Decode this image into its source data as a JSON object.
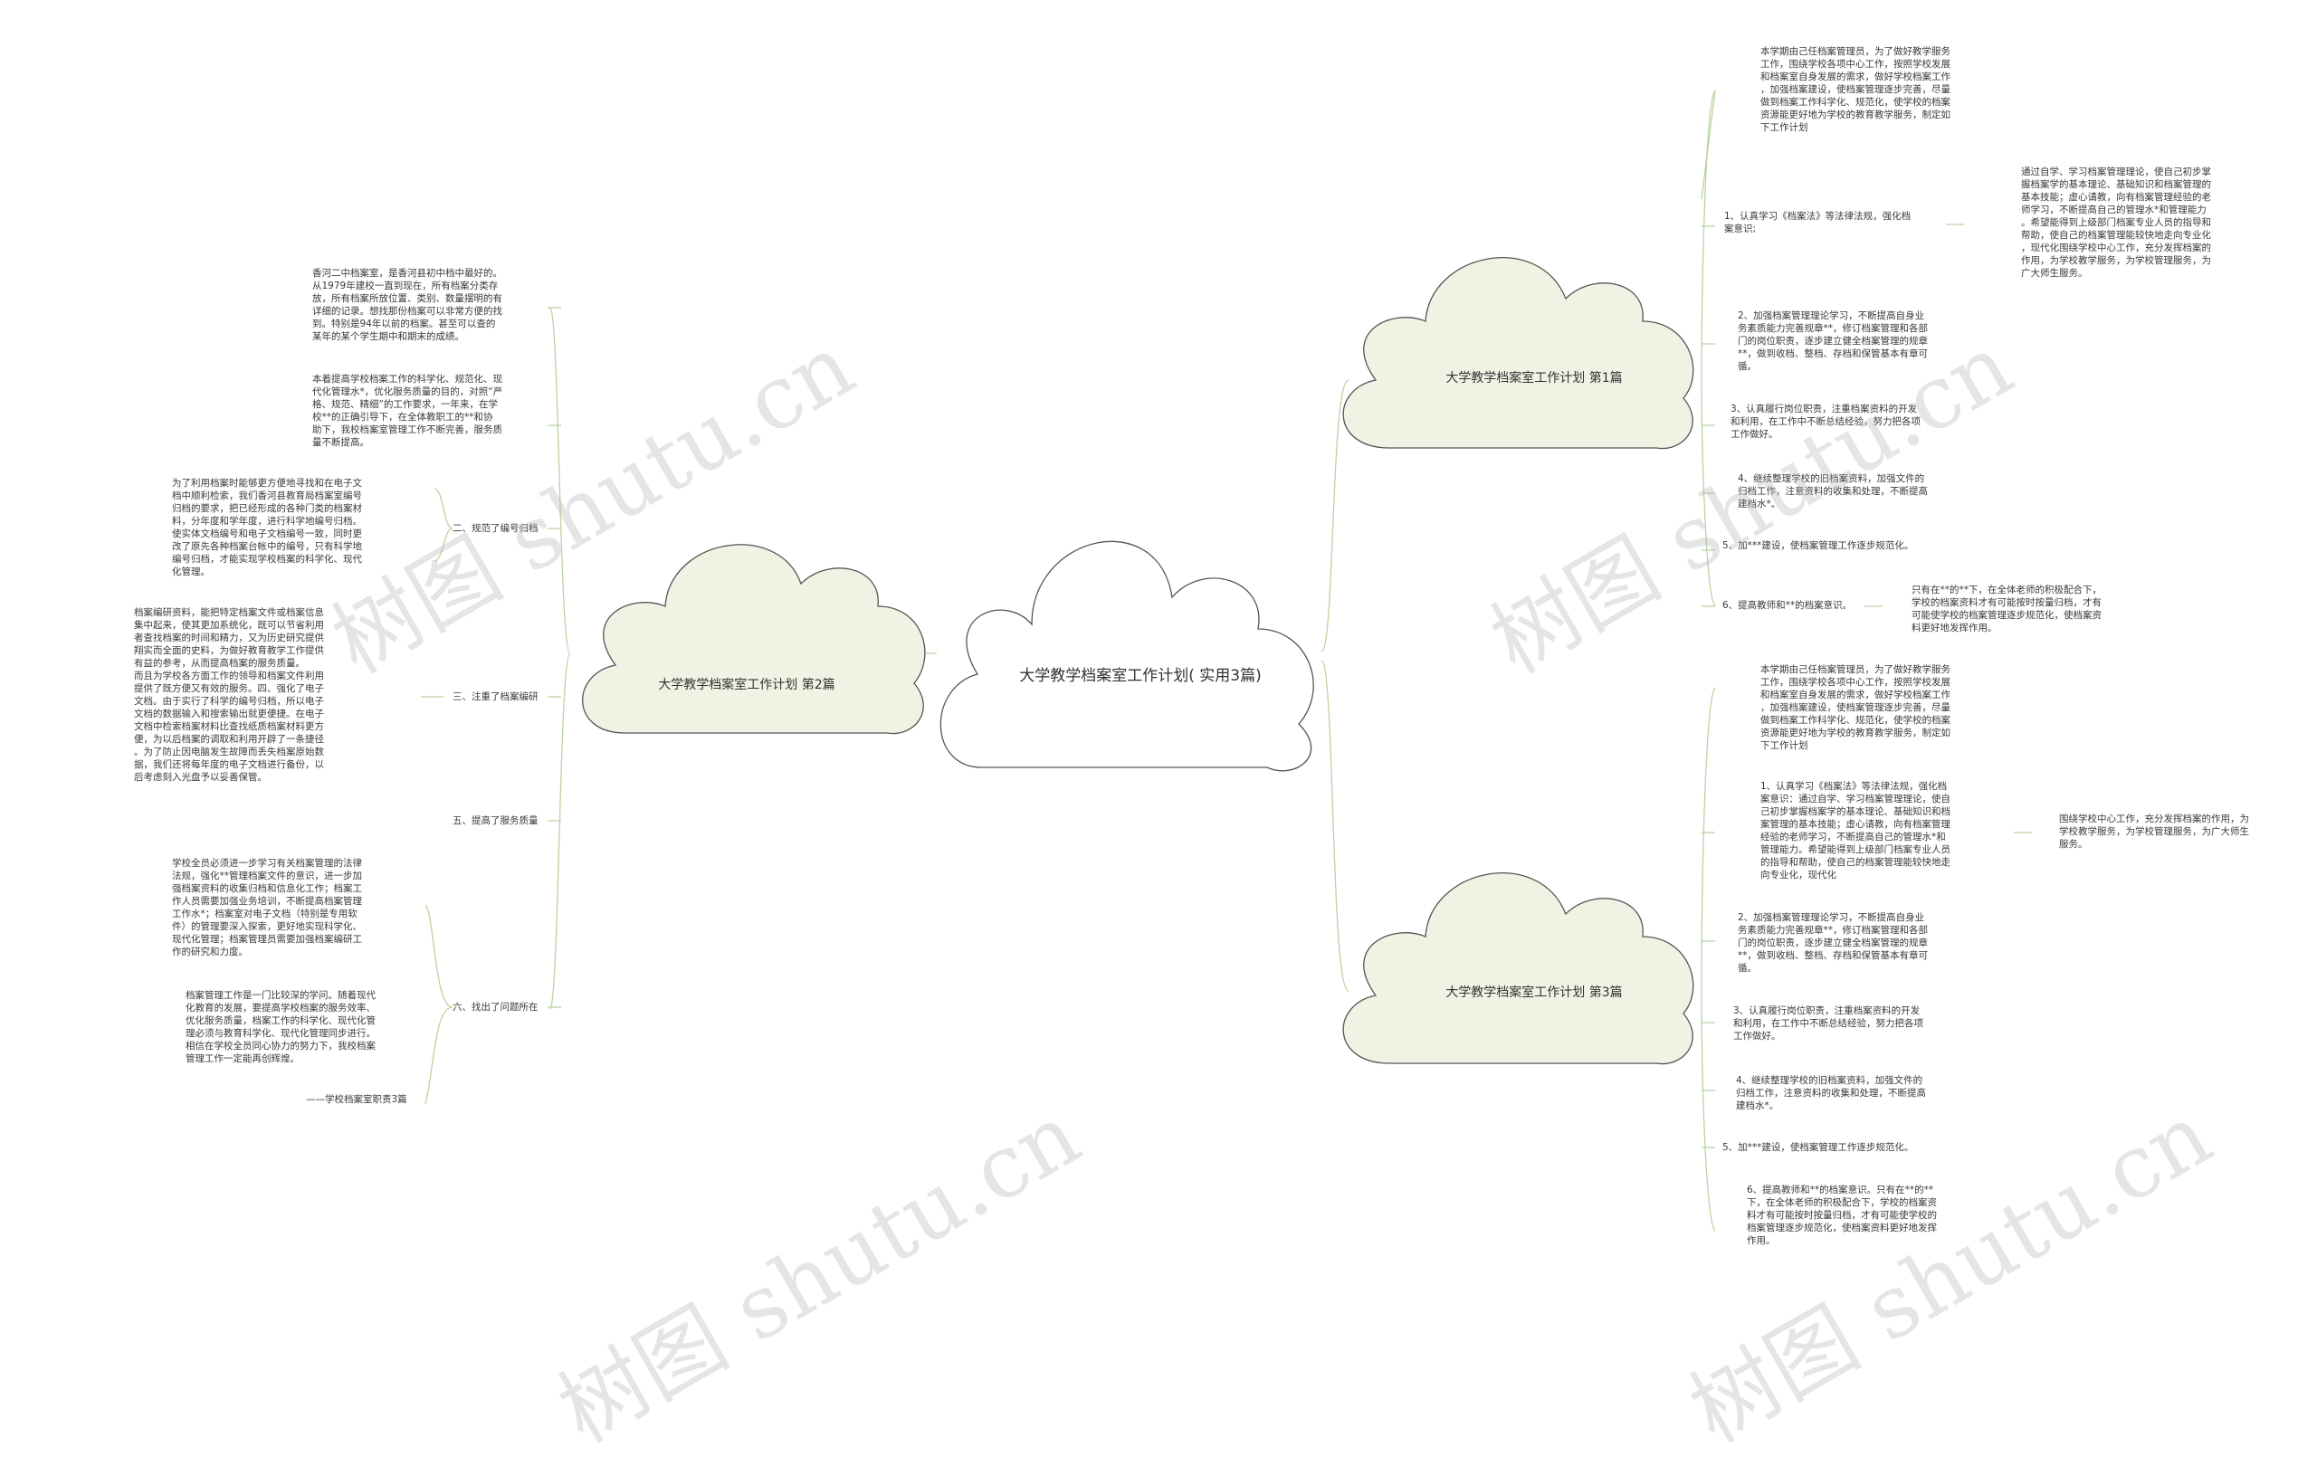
{
  "root": {
    "title": "大学教学档案室工作计划(\n实用3篇)"
  },
  "branch1": {
    "title": "大学教学档案室工作计划 第1篇",
    "intro": "本学期由己任档案管理员，为了做好教学服务\n工作，围绕学校各项中心工作，按照学校发展\n和档案室自身发展的需求，做好学校档案工作\n，加强档案建设，使档案管理逐步完善，尽量\n做到档案工作科学化、规范化，使学校的档案\n资源能更好地为学校的教育教学服务，制定如\n下工作计划",
    "item1_label": "1、认真学习《档案法》等法律法规，强化档\n案意识;",
    "item1_detail": "通过自学、学习档案管理理论，使自己初步掌\n握档案学的基本理论、基础知识和档案管理的\n基本技能；虚心请教，向有档案管理经验的老\n师学习，不断提高自己的管理水*和管理能力\n。希望能得到上级部门档案专业人员的指导和\n帮助，使自己的档案管理能较快地走向专业化\n，现代化围绕学校中心工作，充分发挥档案的\n作用，为学校教学服务，为学校管理服务，为\n广大师生服务。",
    "item2": "2、加强档案管理理论学习，不断提高自身业\n务素质能力完善规章**，修订档案管理和各部\n门的岗位职责，逐步建立健全档案管理的规章\n**，做到收档、整档、存档和保管基本有章可\n循。",
    "item3": "3、认真履行岗位职责，注重档案资料的开发\n和利用，在工作中不断总结经验，努力把各项\n工作做好。",
    "item4": "4、继续整理学校的旧档案资料，加强文件的\n归档工作，注意资料的收集和处理，不断提高\n建档水*。",
    "item5": "5、加***建设，使档案管理工作逐步规范化。",
    "item6_label": "6、提高教师和**的档案意识。",
    "item6_detail": "只有在**的**下，在全体老师的积极配合下，\n学校的档案资料才有可能按时按量归档，才有\n可能使学校的档案管理逐步规范化，使档案资\n料更好地发挥作用。"
  },
  "branch2": {
    "title": "大学教学档案室工作计划 第2篇",
    "para_a": "香河二中档案室，是香河县初中档中最好的。\n从1979年建校一直到现在，所有档案分类存\n放，所有档案所放位置、类别、数量摆明的有\n详细的记录。想找那份档案可以非常方便的找\n到。特别是94年以前的档案。甚至可以查的\n某年的某个学生期中和期末的成绩。",
    "para_b": "本着提高学校档案工作的科学化、规范化、现\n代化管理水*，优化服务质量的目的，对照“严\n格、规范、精细”的工作要求，一年来，在学\n校**的正确引导下，在全体教职工的**和协\n助下，我校档案室管理工作不断完善，服务质\n量不断提高。",
    "s2_label": "二、规范了编号归档",
    "s2_text": "为了利用档案时能够更方便地寻找和在电子文\n档中顺利检索，我们香河县教育局档案室编号\n归档的要求，把已经形成的各种门类的档案材\n料，分年度和学年度，进行科学地编号归档。\n使实体文档编号和电子文档编号一致，同时更\n改了原先各种档案台帐中的编号，只有科学地\n编号归档，才能实现学校档案的科学化、现代\n化管理。",
    "s3_label": "三、注重了档案编研",
    "s3_text": "档案编研资料，能把特定档案文件或档案信息\n集中起来，使其更加系统化，既可以节省利用\n者查找档案的时间和精力，又为历史研究提供\n翔实而全面的史料，为做好教育教学工作提供\n有益的参考，从而提高档案的服务质量。\n而且为学校各方面工作的领导和档案文件利用\n提供了既方便又有效的服务。四、强化了电子\n文档。由于实行了科学的编号归档，所以电子\n文档的数据输入和搜索输出就更便捷。在电子\n文档中检索档案材料比查找纸质档案材料更方\n便，为以后档案的调取和利用开辟了一条捷径\n。为了防止因电脑发生故障而丢失档案原始数\n据，我们还将每年度的电子文档进行备份，以\n后考虑刻入光盘予以妥善保管。",
    "s5_label": "五、提高了服务质量",
    "s6_label": "六、找出了问题所在",
    "s6_text_a": "学校全员必须进一步学习有关档案管理的法律\n法规，强化**管理档案文件的意识，进一步加\n强档案资料的收集归档和信息化工作；档案工\n作人员需要加强业务培训，不断提高档案管理\n工作水*；档案室对电子文档（特别是专用软\n件）的管理要深入探索，更好地实现科学化、\n现代化管理；档案管理员需要加强档案编研工\n作的研究和力度。",
    "s6_text_b": "档案管理工作是一门比较深的学问。随着现代\n化教育的发展，要提高学校档案的服务效率、\n优化服务质量，档案工作的科学化、现代化管\n理必须与教育科学化、现代化管理同步进行。\n相信在学校全员同心协力的努力下，我校档案\n管理工作一定能再创辉煌。",
    "s6_sign": "——学校档案室职责3篇"
  },
  "branch3": {
    "title": "大学教学档案室工作计划 第3篇",
    "intro": "本学期由己任档案管理员，为了做好教学服务\n工作，围绕学校各项中心工作，按照学校发展\n和档案室自身发展的需求，做好学校档案工作\n，加强档案建设，使档案管理逐步完善，尽量\n做到档案工作科学化、规范化，使学校的档案\n资源能更好地为学校的教育教学服务，制定如\n下工作计划",
    "item1_label": "1、认真学习《档案法》等法律法规，强化档\n案意识：通过自学、学习档案管理理论，使自\n己初步掌握档案学的基本理论、基础知识和档\n案管理的基本技能；虚心请教，向有档案管理\n经验的老师学习，不断提高自己的管理水*和\n管理能力。希望能得到上级部门档案专业人员\n的指导和帮助，使自己的档案管理能较快地走\n向专业化，现代化",
    "item1_detail": "围绕学校中心工作，充分发挥档案的作用，为\n学校教学服务，为学校管理服务，为广大师生\n服务。",
    "item2": "2、加强档案管理理论学习，不断提高自身业\n务素质能力完善规章**，修订档案管理和各部\n门的岗位职责，逐步建立健全档案管理的规章\n**，做到收档、整档、存档和保管基本有章可\n循。",
    "item3": "3、认真履行岗位职责，注重档案资料的开发\n和利用，在工作中不断总结经验，努力把各项\n工作做好。",
    "item4": "4、继续整理学校的旧档案资料，加强文件的\n归档工作，注意资料的收集和处理，不断提高\n建档水*。",
    "item5": "5、加***建设，使档案管理工作逐步规范化。",
    "item6": "6、提高教师和**的档案意识。只有在**的**\n下，在全体老师的积极配合下，学校的档案资\n料才有可能按时按量归档，才有可能使学校的\n档案管理逐步规范化，使档案资料更好地发挥\n作用。"
  },
  "watermark": {
    "text": "树图 shutu.cn"
  },
  "colors": {
    "cloud_fill": "#eef3e4",
    "cloud_stroke": "#555555",
    "root_fill": "#ffffff",
    "link": "#b9d4a3"
  }
}
